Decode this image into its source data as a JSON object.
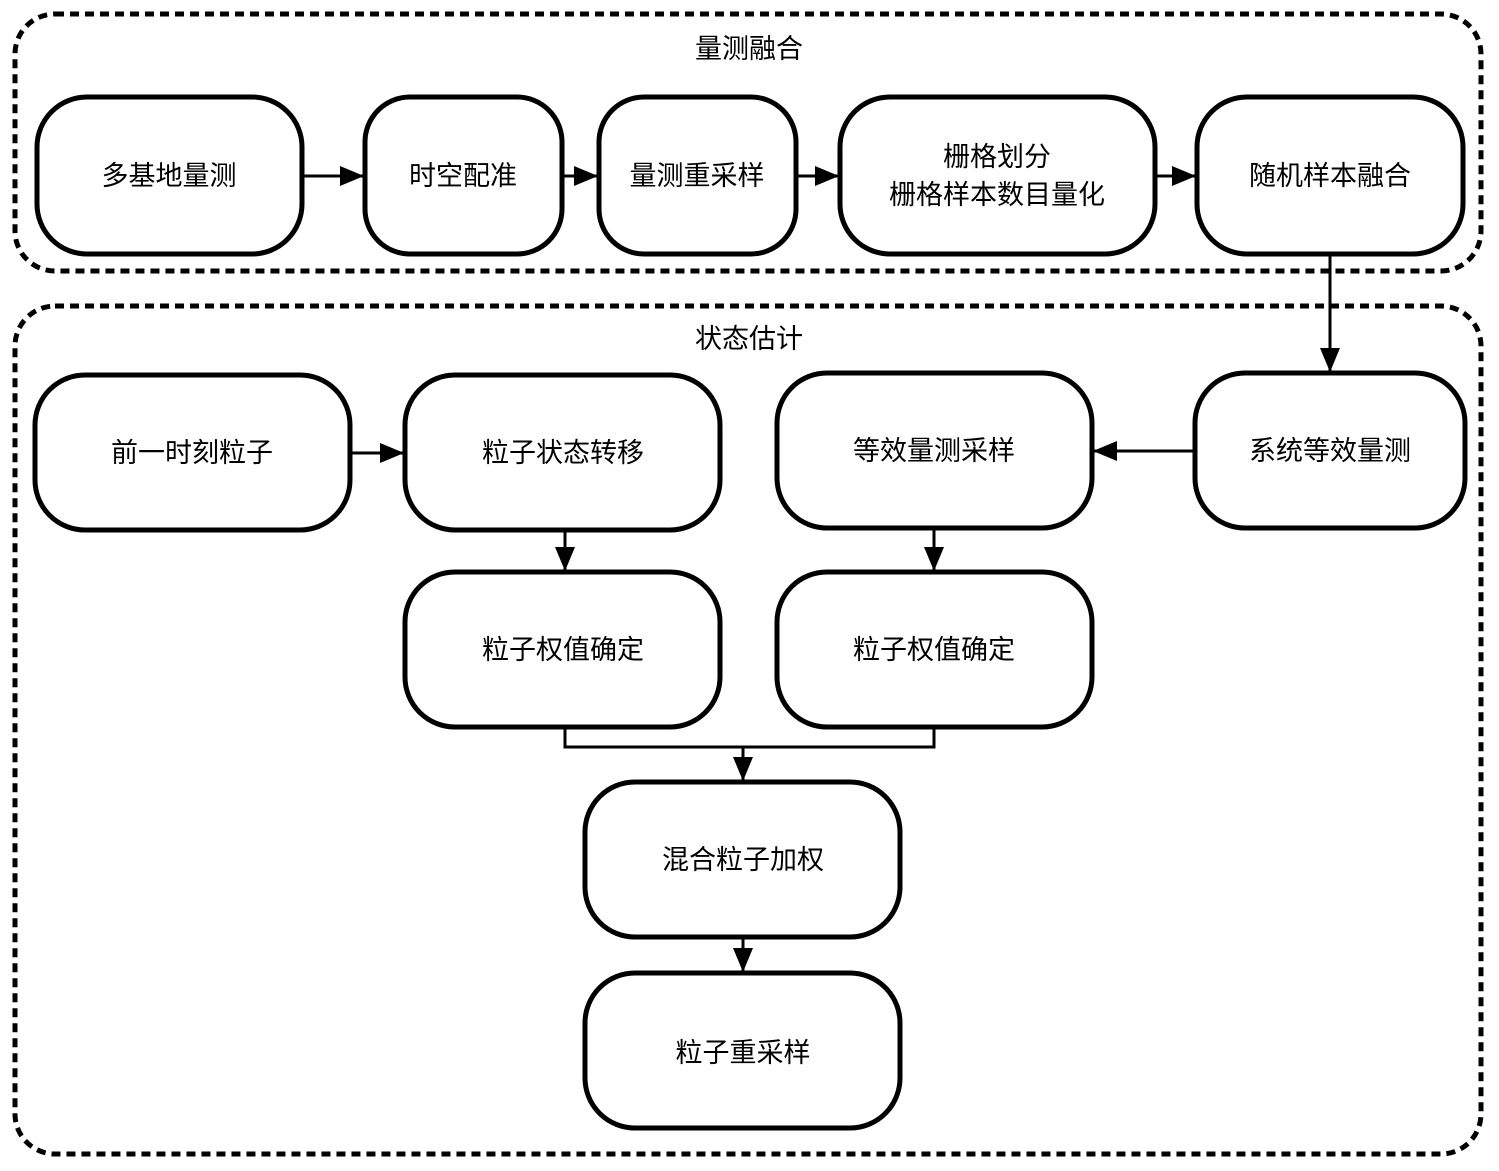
{
  "groups": {
    "fusion": {
      "title": "量测融合"
    },
    "estimation": {
      "title": "状态估计"
    }
  },
  "nodes": {
    "multi_base": {
      "label": "多基地量测"
    },
    "registration": {
      "label": "时空配准"
    },
    "meas_resample": {
      "label": "量测重采样"
    },
    "grid_line1": {
      "label": "栅格划分"
    },
    "grid_line2": {
      "label": "栅格样本数目量化"
    },
    "random_fusion": {
      "label": "随机样本融合"
    },
    "prev_particles": {
      "label": "前一时刻粒子"
    },
    "state_transition": {
      "label": "粒子状态转移"
    },
    "equiv_sampling": {
      "label": "等效量测采样"
    },
    "system_equiv": {
      "label": "系统等效量测"
    },
    "weight_left": {
      "label": "粒子权值确定"
    },
    "weight_right": {
      "label": "粒子权值确定"
    },
    "mix_weight": {
      "label": "混合粒子加权"
    },
    "particle_resample": {
      "label": "粒子重采样"
    }
  },
  "edges": [
    {
      "from": "multi_base",
      "to": "registration"
    },
    {
      "from": "registration",
      "to": "meas_resample"
    },
    {
      "from": "meas_resample",
      "to": "grid"
    },
    {
      "from": "grid",
      "to": "random_fusion"
    },
    {
      "from": "random_fusion",
      "to": "system_equiv"
    },
    {
      "from": "system_equiv",
      "to": "equiv_sampling"
    },
    {
      "from": "prev_particles",
      "to": "state_transition"
    },
    {
      "from": "state_transition",
      "to": "weight_left"
    },
    {
      "from": "equiv_sampling",
      "to": "weight_right"
    },
    {
      "from": "weight_left",
      "to": "mix_weight"
    },
    {
      "from": "weight_right",
      "to": "mix_weight"
    },
    {
      "from": "mix_weight",
      "to": "particle_resample"
    }
  ]
}
